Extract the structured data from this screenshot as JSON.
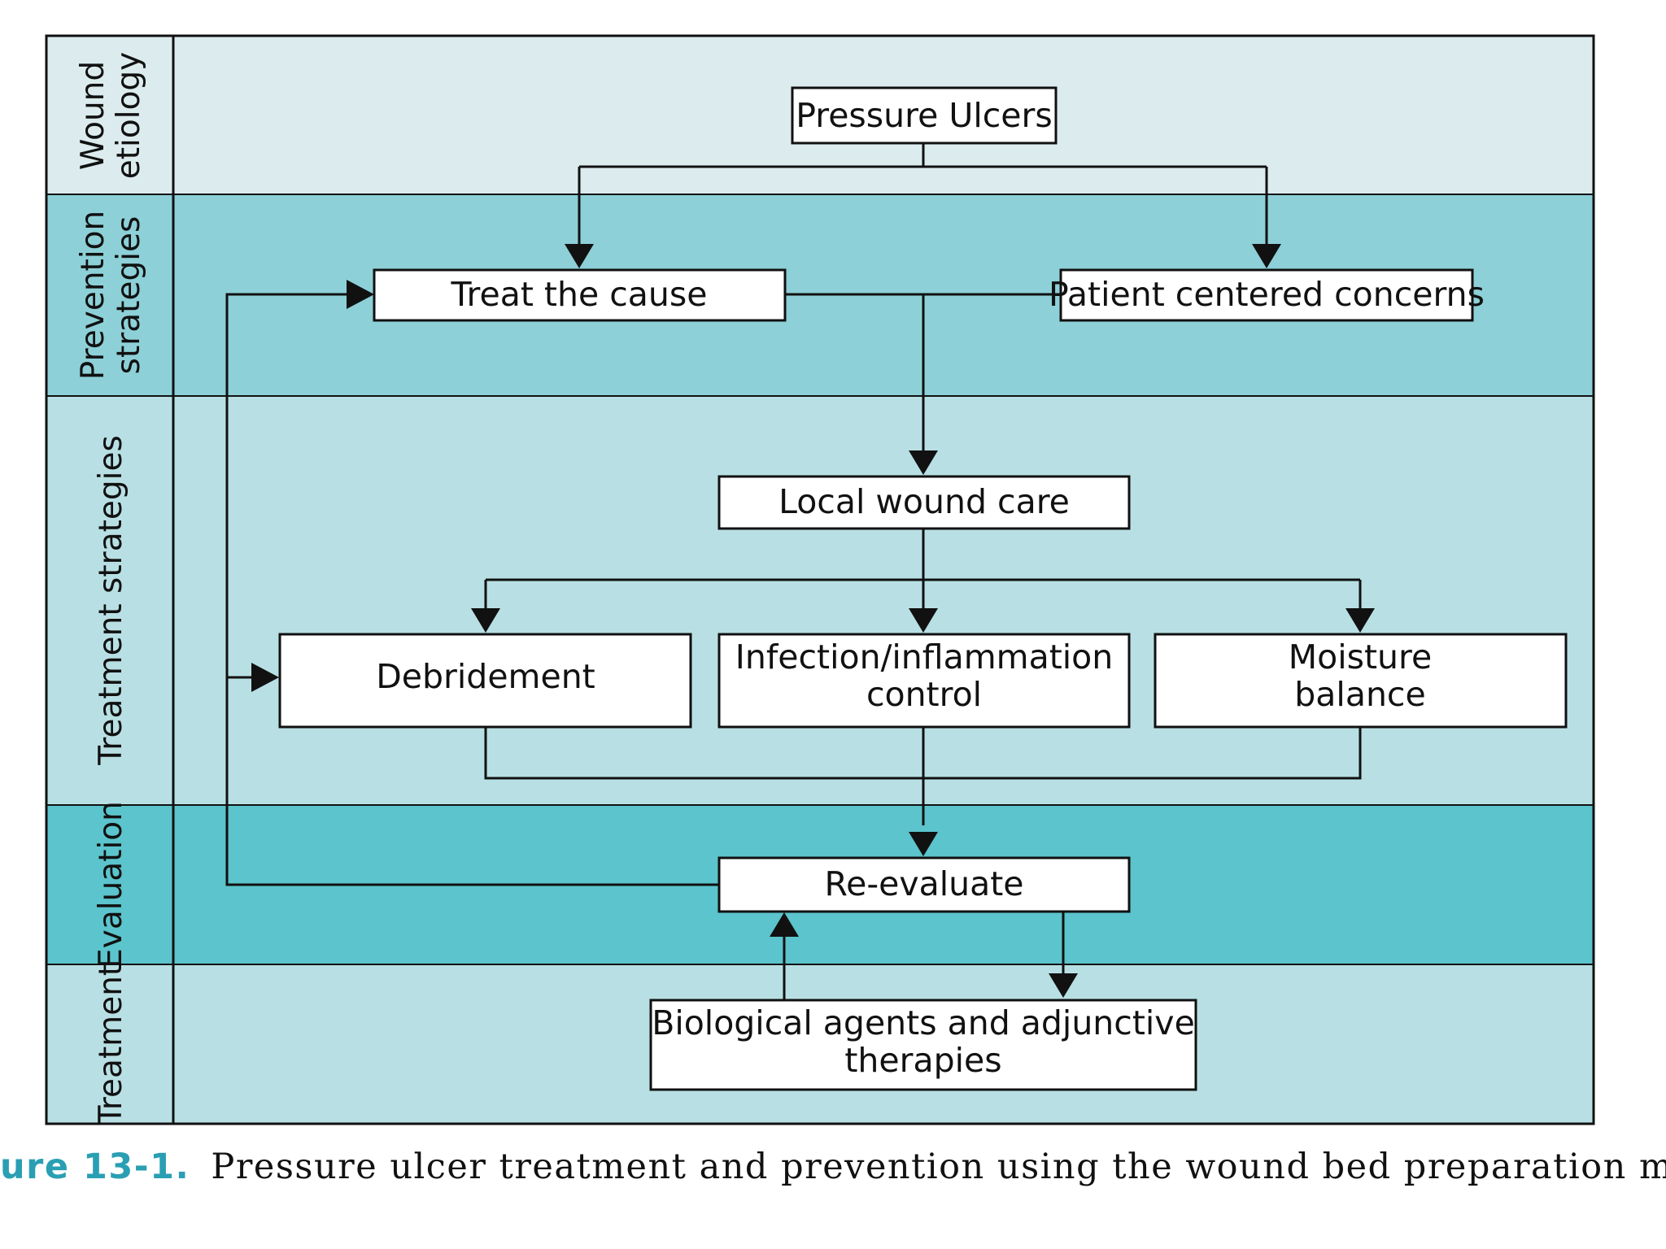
{
  "colors": {
    "lane_light": "#dcecee",
    "lane_dark": "#8dd0d8",
    "lane_mid": "#b8e0e4",
    "lane_evaluation": "#5bc4cc",
    "caption_accent": "#2a9fb3"
  },
  "lanes": {
    "wound_etiology": [
      "Wound",
      "etiology"
    ],
    "prevention_strategies": [
      "Prevention",
      "strategies"
    ],
    "treatment_strategies": [
      "Treatment strategies"
    ],
    "evaluation": [
      "Evaluation"
    ],
    "treatment": [
      "Treatment"
    ]
  },
  "nodes": {
    "pressure_ulcers": [
      "Pressure Ulcers"
    ],
    "treat_the_cause": [
      "Treat the cause"
    ],
    "patient_centered_concerns": [
      "Patient centered concerns"
    ],
    "local_wound_care": [
      "Local wound care"
    ],
    "debridement": [
      "Debridement"
    ],
    "infection_control": [
      "Infection/inflammation",
      "control"
    ],
    "moisture_balance": [
      "Moisture",
      "balance"
    ],
    "re_evaluate": [
      "Re-evaluate"
    ],
    "biological_agents": [
      "Biological agents and adjunctive",
      "therapies"
    ]
  },
  "caption": {
    "figure_number": "ure 13-1.",
    "text": "Pressure ulcer treatment and prevention using the wound bed preparation moc"
  }
}
